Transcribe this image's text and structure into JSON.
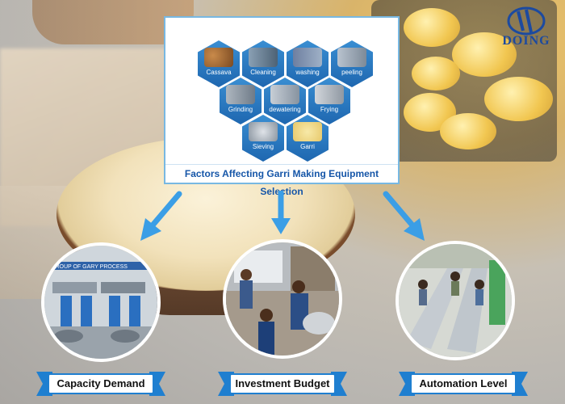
{
  "brand": {
    "name": "DOING",
    "color": "#1c4aa0"
  },
  "panel": {
    "title": "Factors Affecting Garri Making Equipment Selection",
    "steps": [
      {
        "label": "Cassava"
      },
      {
        "label": "Cleaning"
      },
      {
        "label": "washing"
      },
      {
        "label": "peeling"
      },
      {
        "label": "Grinding"
      },
      {
        "label": "dewatering"
      },
      {
        "label": "Frying"
      },
      {
        "label": "Sieving"
      },
      {
        "label": "Garri"
      }
    ]
  },
  "photo_sign": "GROUP OF GARY PROCESS",
  "factors": [
    {
      "label": "Capacity Demand"
    },
    {
      "label": "Investment Budget"
    },
    {
      "label": "Automation Level"
    }
  ],
  "colors": {
    "accent": "#1f7fd0",
    "hex": "#2b7ac3",
    "arrow": "#3b9ee6"
  }
}
